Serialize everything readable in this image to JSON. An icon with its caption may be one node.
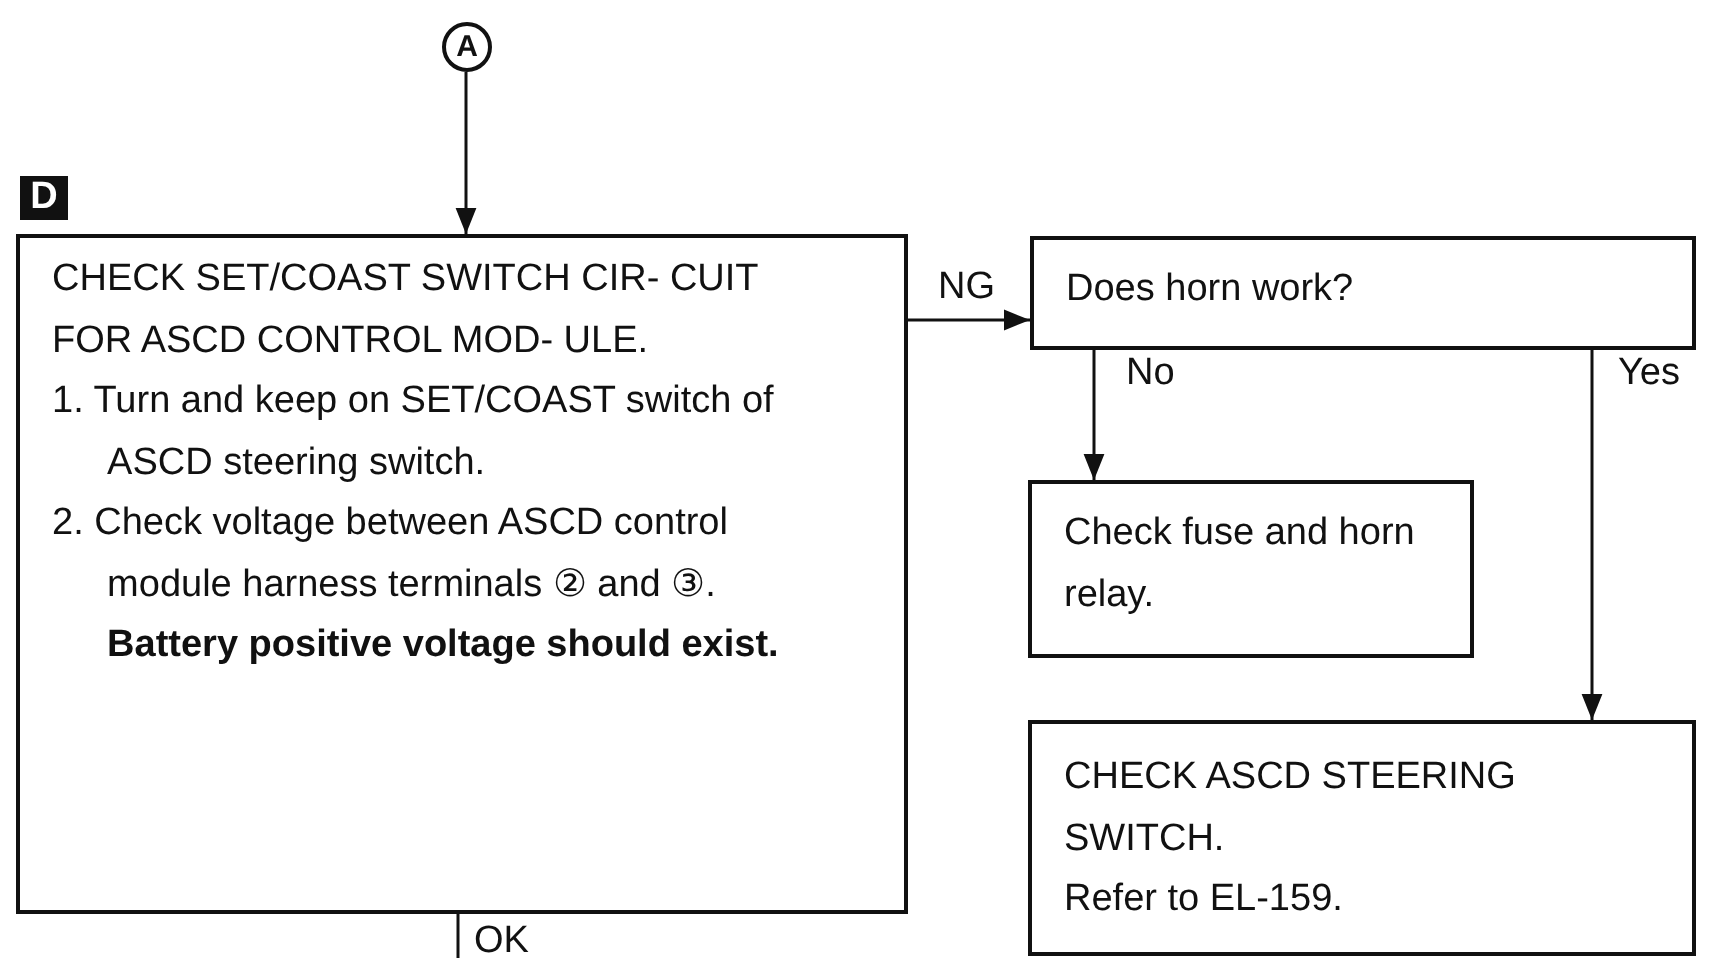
{
  "diagram": {
    "nodes": [
      {
        "text": [
          "A"
        ]
      },
      {
        "beside": [
          "D"
        ],
        "text": [
          "CHECK SET/COAST SWITCH CIR- CUIT FOR ASCD CONTROL MOD- ULE.",
          "1. Turn and keep on SET/COAST switch of ASCD steering switch.",
          "2. Check voltage between ASCD control module harness terminals ② and ③.",
          "Battery positive voltage should exist."
        ]
      },
      {
        "text": [
          "Does horn work?"
        ]
      },
      {
        "text": [
          "Check fuse and horn relay."
        ]
      },
      {
        "text": [
          "CHECK ASCD STEERING SWITCH.",
          "Refer to EL-159."
        ]
      }
    ],
    "edges": [
      {
        "from": 0,
        "to": 1,
        "arrow": "to"
      },
      {
        "from": 1,
        "to": 2,
        "arrow": "to",
        "label": "NG"
      },
      {
        "from": 2,
        "to": 3,
        "arrow": "to",
        "label": "No"
      },
      {
        "from": 2,
        "to": 4,
        "arrow": "to",
        "label": "Yes"
      },
      {
        "from": 1,
        "to": null,
        "arrow": "none",
        "label": "OK"
      }
    ]
  }
}
